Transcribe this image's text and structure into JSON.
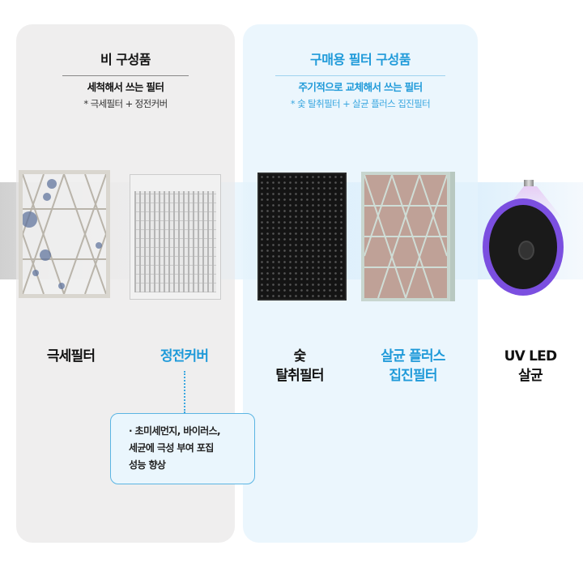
{
  "panels": {
    "non_component": {
      "title": "비 구성품",
      "subtitle": "세척해서 쓰는 필터",
      "note": "* 극세필터 + 정전커버",
      "color": "#111111",
      "background": "#efeeee"
    },
    "purchase_component": {
      "title": "구매용 필터 구성품",
      "subtitle": "주기적으로 교체해서 쓰는 필터",
      "note": "* 숯 탈취필터 + 살균 플러스 집진필터",
      "color": "#1f9ad9",
      "background": "#ebf6fd"
    }
  },
  "items": [
    {
      "id": "pre-filter",
      "label_lines": [
        "극세필터"
      ],
      "color": "#111111"
    },
    {
      "id": "electrostatic-cover",
      "label_lines": [
        "정전커버"
      ],
      "color": "#1f9ad9"
    },
    {
      "id": "charcoal-deodorizing-filter",
      "label_lines": [
        "숯",
        "탈취필터"
      ],
      "color": "#111111"
    },
    {
      "id": "sterilizing-plus-dust-filter",
      "label_lines": [
        "살균 플러스",
        "집진필터"
      ],
      "color": "#1f9ad9"
    },
    {
      "id": "uv-led-sterilization",
      "label_lines": [
        "UV LED",
        "살균"
      ],
      "color": "#111111"
    }
  ],
  "callout": {
    "lines": [
      "· 초미세먼지, 바이러스,",
      "세균에 극성 부여 포집",
      "성능 향상"
    ],
    "border_color": "#5bb5e3"
  }
}
